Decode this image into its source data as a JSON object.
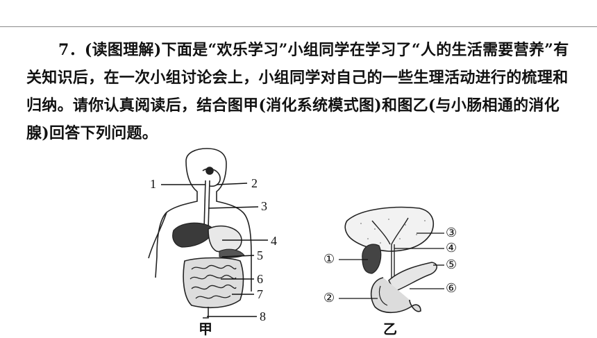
{
  "question": {
    "number": "7．",
    "text": "(读图理解)下面是“欢乐学习”小组同学在学习了“人的生活需要营养”有关知识后，在一次小组讨论会上，小组同学对自己的一些生理活动进行的梳理和归纳。请你认真阅读后，结合图甲(消化系统模式图)和图乙(与小肠相通的消化腺)回答下列问题。"
  },
  "figure_jia": {
    "caption": "甲",
    "labels": [
      "1",
      "2",
      "3",
      "4",
      "5",
      "6",
      "7",
      "8"
    ]
  },
  "figure_yi": {
    "caption": "乙",
    "labels": [
      "①",
      "②",
      "③",
      "④",
      "⑤",
      "⑥"
    ]
  }
}
